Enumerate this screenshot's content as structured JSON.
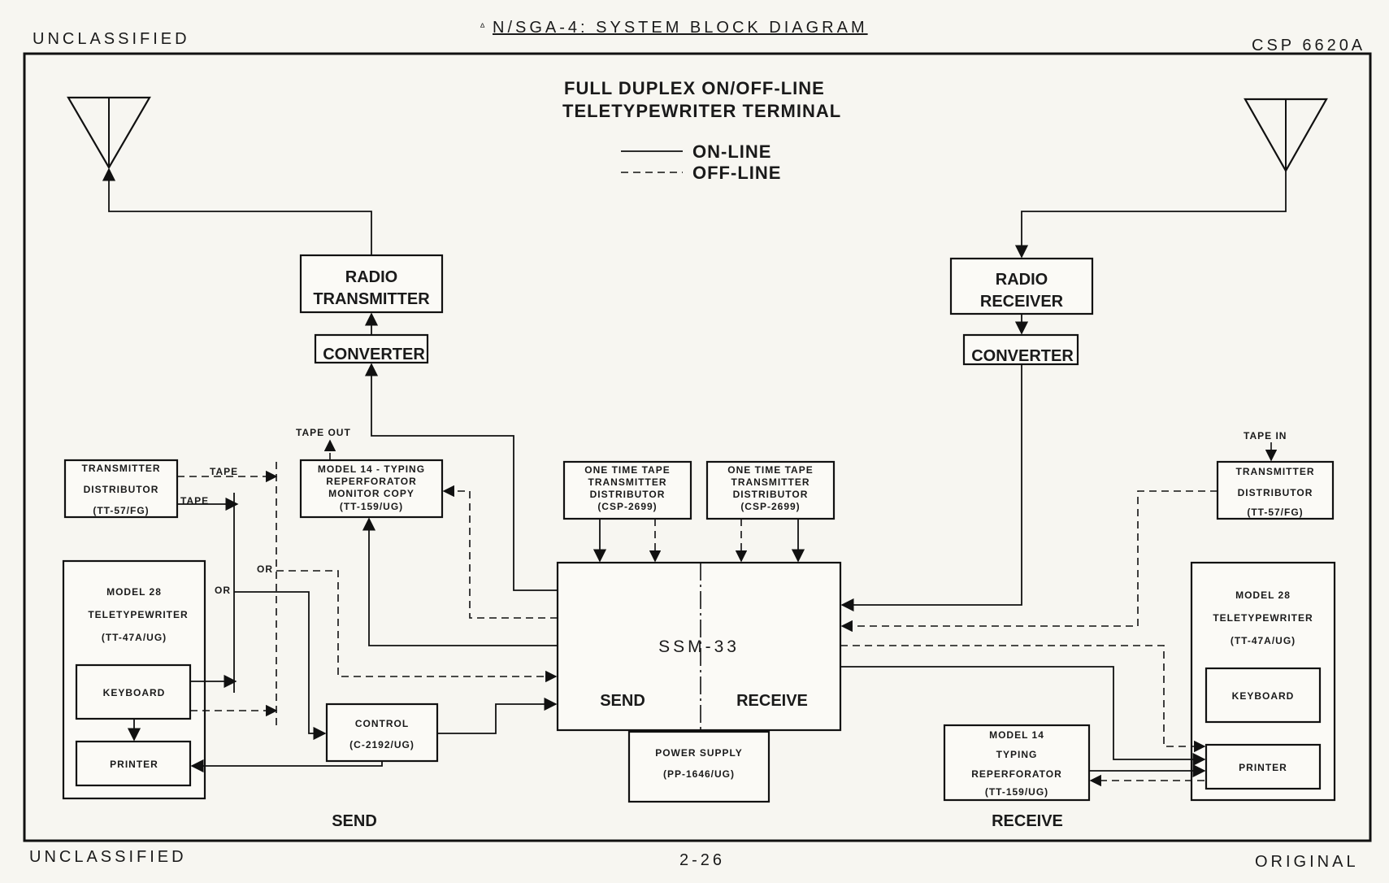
{
  "header": {
    "classification_top": "UNCLASSIFIED",
    "title": "N/SGA-4: SYSTEM BLOCK DIAGRAM",
    "doc_id": "CSP 6620A"
  },
  "footer": {
    "classification_bottom": "UNCLASSIFIED",
    "page_number": "2-26",
    "status": "ORIGINAL"
  },
  "diagram": {
    "heading_line1": "FULL DUPLEX ON/OFF-LINE",
    "heading_line2": "TELETYPEWRITER TERMINAL",
    "legend": {
      "on_line": "ON-LINE",
      "off_line": "OFF-LINE"
    },
    "send": {
      "section_label": "SEND",
      "radio_tx": {
        "line1": "RADIO",
        "line2": "TRANSMITTER"
      },
      "converter": "CONVERTER",
      "tape_out": "TAPE OUT",
      "reperf_monitor": {
        "line1": "MODEL 14 - TYPING",
        "line2": "REPERFORATOR",
        "line3": "MONITOR COPY",
        "line4": "(TT-159/UG)"
      },
      "tx_distributor": {
        "line1": "TRANSMITTER",
        "line2": "DISTRIBUTOR",
        "line3": "(TT-57/FG)"
      },
      "tape_label_1": "TAPE",
      "tape_label_2": "TAPE",
      "or_label_1": "OR",
      "or_label_2": "OR",
      "teletypewriter": {
        "line1": "MODEL 28",
        "line2": "TELETYPEWRITER",
        "line3": "(TT-47A/UG)",
        "keyboard": "KEYBOARD",
        "printer": "PRINTER"
      },
      "control": {
        "line1": "CONTROL",
        "line2": "(C-2192/UG)"
      }
    },
    "center": {
      "ott_left": {
        "line1": "ONE TIME TAPE",
        "line2": "TRANSMITTER",
        "line3": "DISTRIBUTOR",
        "line4": "(CSP-2699)"
      },
      "ott_right": {
        "line1": "ONE TIME TAPE",
        "line2": "TRANSMITTER",
        "line3": "DISTRIBUTOR",
        "line4": "(CSP-2699)"
      },
      "ssm": {
        "name": "SSM-33",
        "send": "SEND",
        "receive": "RECEIVE"
      },
      "power_supply": {
        "line1": "POWER SUPPLY",
        "line2": "(PP-1646/UG)"
      }
    },
    "receive": {
      "section_label": "RECEIVE",
      "radio_rx": {
        "line1": "RADIO",
        "line2": "RECEIVER"
      },
      "converter": "CONVERTER",
      "tape_in": "TAPE IN",
      "tx_distributor": {
        "line1": "TRANSMITTER",
        "line2": "DISTRIBUTOR",
        "line3": "(TT-57/FG)"
      },
      "teletypewriter": {
        "line1": "MODEL 28",
        "line2": "TELETYPEWRITER",
        "line3": "(TT-47A/UG)",
        "keyboard": "KEYBOARD",
        "printer": "PRINTER"
      },
      "reperforator": {
        "line1": "MODEL 14",
        "line2": "TYPING",
        "line3": "REPERFORATOR",
        "line4": "(TT-159/UG)"
      }
    }
  }
}
